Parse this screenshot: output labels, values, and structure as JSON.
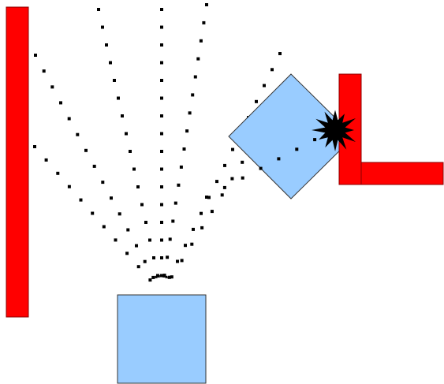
{
  "colors": {
    "background": "#ffffff",
    "wall": "#ff0000",
    "block": "#99ccff",
    "block_stroke": "#333333",
    "dot": "#000000",
    "impact": "#000000"
  },
  "elements": {
    "left_wall": "red-vertical-bar",
    "l_wall": "red-l-shaped-wall",
    "emitter": "blue-square-emitter",
    "rotated_block": "blue-rotated-square",
    "impact": "collision-burst",
    "rays": "dotted-ray-fan"
  },
  "ray_count": 8
}
